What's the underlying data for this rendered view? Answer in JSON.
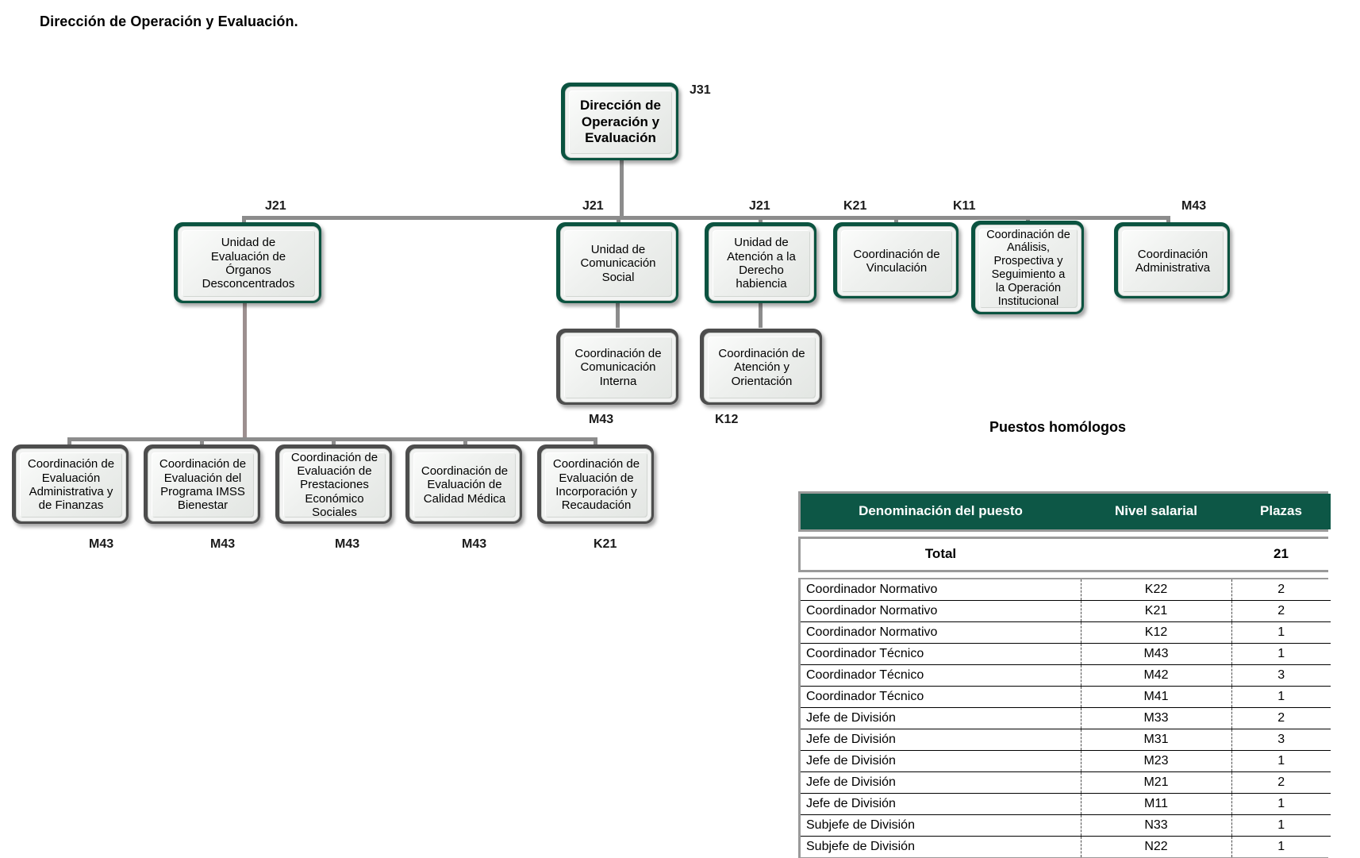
{
  "page": {
    "title": "Dirección de Operación y Evaluación."
  },
  "chart_title": "Puestos homólogos",
  "nodes": {
    "root": {
      "label": "Dirección de\nOperación y\nEvaluación",
      "level": "J31"
    },
    "row2": [
      {
        "label": "Unidad de\nEvaluación de\nÓrganos\nDesconcentrados",
        "level": "J21"
      },
      {
        "label": "Unidad de\nComunicación\nSocial",
        "level": "J21"
      },
      {
        "label": "Unidad de\nAtención a la\nDerecho\nhabiencia",
        "level": "J21"
      },
      {
        "label": "Coordinación de\nVinculación",
        "level": "K21"
      },
      {
        "label": "Coordinación de\nAnálisis,\nProspectiva y\nSeguimiento a\nla Operación\nInstitucional",
        "level": "K11"
      },
      {
        "label": "Coordinación\nAdministrativa",
        "level": "M43"
      }
    ],
    "row3": [
      {
        "label": "Coordinación de\nComunicación\nInterna",
        "level": "M43"
      },
      {
        "label": "Coordinación de\nAtención y\nOrientación",
        "level": "K12"
      }
    ],
    "row4": [
      {
        "label": "Coordinación de\nEvaluación\nAdministrativa y\nde Finanzas",
        "level": "M43"
      },
      {
        "label": "Coordinación de\nEvaluación del\nPrograma IMSS\nBienestar",
        "level": "M43"
      },
      {
        "label": "Coordinación de\nEvaluación de\nPrestaciones\nEconómico\nSociales",
        "level": "M43"
      },
      {
        "label": "Coordinación de\nEvaluación de\nCalidad Médica",
        "level": "M43"
      },
      {
        "label": "Coordinación de\nEvaluación de\nIncorporación y\nRecaudación",
        "level": "K21"
      }
    ]
  },
  "chart_data": {
    "type": "table",
    "title": "Puestos homólogos",
    "columns": [
      "Denominación del puesto",
      "Nivel salarial",
      "Plazas"
    ],
    "total_label": "Total",
    "total_value": "21",
    "rows": [
      {
        "puesto": "Coordinador Normativo",
        "nivel": "K22",
        "plazas": "2"
      },
      {
        "puesto": "Coordinador Normativo",
        "nivel": "K21",
        "plazas": "2"
      },
      {
        "puesto": "Coordinador Normativo",
        "nivel": "K12",
        "plazas": "1"
      },
      {
        "puesto": "Coordinador Técnico",
        "nivel": "M43",
        "plazas": "1"
      },
      {
        "puesto": "Coordinador Técnico",
        "nivel": "M42",
        "plazas": "3"
      },
      {
        "puesto": "Coordinador Técnico",
        "nivel": "M41",
        "plazas": "1"
      },
      {
        "puesto": "Jefe de División",
        "nivel": "M33",
        "plazas": "2"
      },
      {
        "puesto": "Jefe de División",
        "nivel": "M31",
        "plazas": "3"
      },
      {
        "puesto": "Jefe de División",
        "nivel": "M23",
        "plazas": "1"
      },
      {
        "puesto": "Jefe de División",
        "nivel": "M21",
        "plazas": "2"
      },
      {
        "puesto": "Jefe de División",
        "nivel": "M11",
        "plazas": "1"
      },
      {
        "puesto": "Subjefe de División",
        "nivel": "N33",
        "plazas": "1"
      },
      {
        "puesto": "Subjefe de División",
        "nivel": "N22",
        "plazas": "1"
      }
    ]
  },
  "colors": {
    "accent_green": "#0d5746",
    "node_border_green": "#0b5340",
    "node_border_gray": "#4d4d4d",
    "connector_gray": "#8c8c8c",
    "table_header_bg": "#0d5746"
  }
}
